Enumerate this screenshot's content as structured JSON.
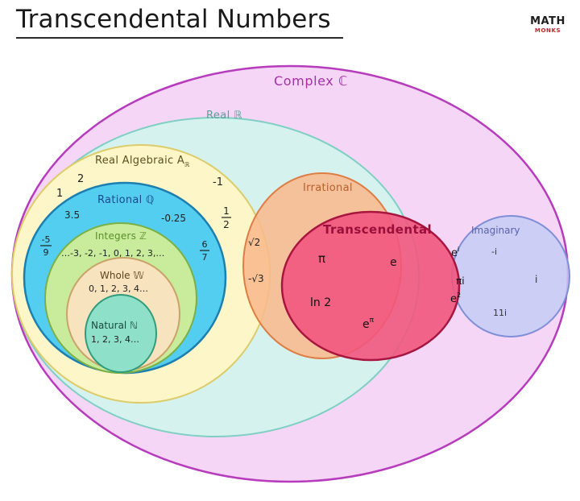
{
  "title": "Transcendental Numbers",
  "logo": {
    "line1": "MATH",
    "line2": "MONKS"
  },
  "sets": {
    "complex": "Complex ℂ",
    "real": "Real ℝ",
    "real_algebraic": "Real Algebraic A",
    "real_algebraic_sub": "ℝ",
    "rational": "Rational ℚ",
    "integers": "Integers ℤ",
    "whole": "Whole 𝕎",
    "natural": "Natural ℕ",
    "irrational": "Irrational",
    "transcendental": "Transcendental",
    "imaginary": "Imaginary"
  },
  "examples": {
    "algebraic": {
      "two": "2",
      "one": "1",
      "neg_one": "-1",
      "half_num": "1",
      "half_den": "2"
    },
    "rational": {
      "three_point_five": "3.5",
      "neg_quarter": "-0.25",
      "neg_5_9_num": "-5",
      "neg_5_9_den": "9",
      "six_seventh_num": "6",
      "six_seventh_den": "7"
    },
    "integers": "…-3, -2, -1, 0, 1, 2, 3,…",
    "whole": "0, 1, 2, 3, 4…",
    "natural": "1, 2, 3, 4…",
    "irrational": {
      "sqrt2": "√2",
      "neg_sqrt3": "-√3"
    },
    "transcendental": {
      "pi": "π",
      "e": "e",
      "ln2": "ln 2",
      "e_pi_base": "e",
      "e_pi_exp": "π",
      "e_i_base": "e",
      "e_i_exp": "i",
      "e_2_base": "e",
      "e_2_exp": "2",
      "pi_i": "πi"
    },
    "imaginary": {
      "neg_i": "-i",
      "i": "i",
      "eleven_i": "11i"
    }
  },
  "colors": {
    "complex_fill": "#f6d4f6",
    "complex_stroke": "#b73bbd",
    "complex_label": "#a232a8",
    "real_fill": "#d4f3ee",
    "real_stroke": "#7fcfc3",
    "real_label": "#5a9f95",
    "algebraic_fill": "#fdf6c8",
    "algebraic_stroke": "#dccc6a",
    "algebraic_label": "#5a5220",
    "rational_fill": "#53cdf0",
    "rational_stroke": "#1d7fb0",
    "rational_label": "#1b4a8c",
    "integers_fill": "#c9ec9c",
    "integers_stroke": "#7bb045",
    "integers_label": "#5b8e2c",
    "whole_fill": "#f8e3bf",
    "whole_stroke": "#c9a36a",
    "whole_label": "#5b4420",
    "natural_fill": "#8fe0c8",
    "natural_stroke": "#2f9c7c",
    "natural_label": "#1b4a3f",
    "irrational_fill": "#f9b98b",
    "irrational_stroke": "#de7d44",
    "irrational_label": "#b8602d",
    "transcendental_fill": "#f2577e",
    "transcendental_stroke": "#a8163f",
    "transcendental_label": "#9a0f3b",
    "imaginary_fill": "#c4cdf6",
    "imaginary_stroke": "#7e8fd8",
    "imaginary_label": "#5b63a8"
  }
}
